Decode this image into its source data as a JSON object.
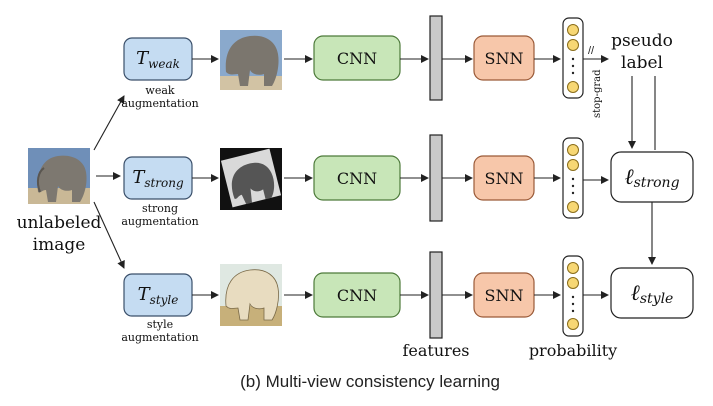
{
  "input": {
    "label_line1": "unlabeled",
    "label_line2": "image"
  },
  "branches": [
    {
      "transform": "T",
      "subscript": "weak",
      "aug_line1": "weak",
      "aug_line2": "augmentation"
    },
    {
      "transform": "T",
      "subscript": "strong",
      "aug_line1": "strong",
      "aug_line2": "augmentation"
    },
    {
      "transform": "T",
      "subscript": "style",
      "aug_line1": "style",
      "aug_line2": "augmentation"
    }
  ],
  "cnn_label": "CNN",
  "snn_label": "SNN",
  "pseudo_label": {
    "line1": "pseudo",
    "line2": "label"
  },
  "stop_grad": "stop-grad",
  "stop_grad_symbol": "//",
  "losses": [
    {
      "symbol": "ℓ",
      "subscript": "strong"
    },
    {
      "symbol": "ℓ",
      "subscript": "style"
    }
  ],
  "bottom_labels": {
    "features": "features",
    "probability": "probability"
  },
  "caption": "(b) Multi-view consistency learning",
  "colors": {
    "transform_fill": "#c5dcf2",
    "transform_stroke": "#3a4f6a",
    "cnn_fill": "#c8e6b8",
    "cnn_stroke": "#4d7a3a",
    "snn_fill": "#f7c7aa",
    "snn_stroke": "#9a5a38",
    "feature_fill": "#c9c9c9",
    "prob_circle_fill": "#f7d774",
    "prob_circle_stroke": "#8a6d1a",
    "arrow": "#222222"
  }
}
